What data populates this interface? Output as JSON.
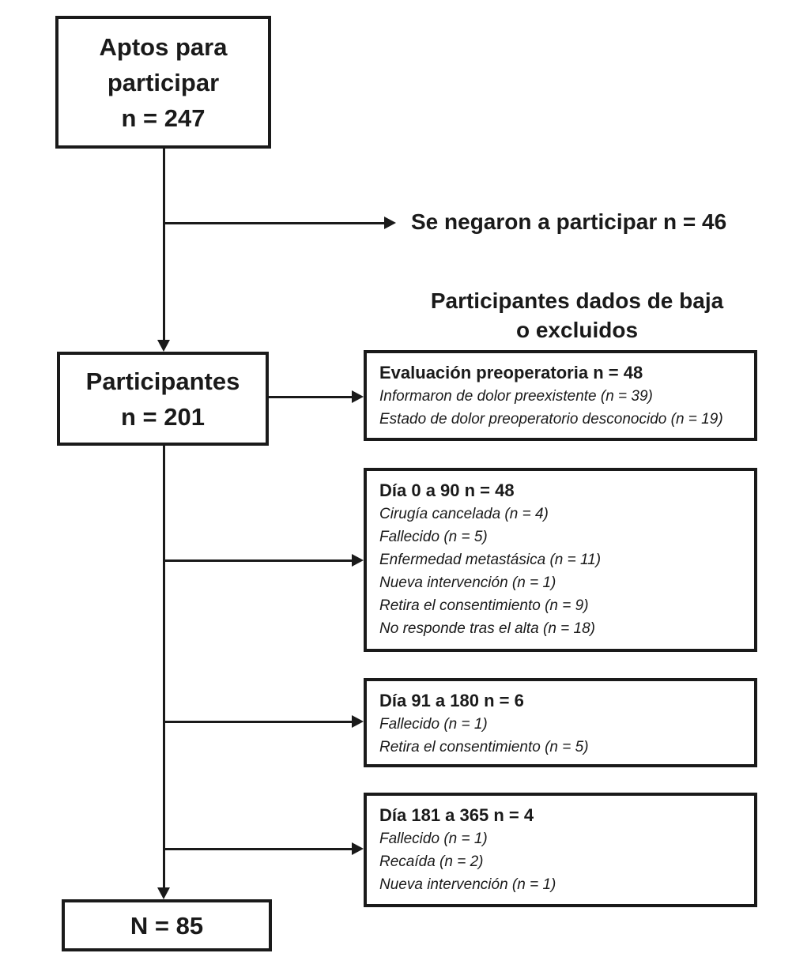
{
  "colors": {
    "line": "#1a1a1a",
    "border": "#1a1a1a",
    "text": "#1a1a1a",
    "background": "#ffffff"
  },
  "flow": {
    "eligible_box": {
      "lines": [
        "Aptos para",
        "participar",
        "n = 247"
      ]
    },
    "declined_label": "Se negaron a participar n = 46",
    "withdrawn_header": {
      "line1": "Participantes dados de baja",
      "line2": "o excluidos"
    },
    "participants_box": {
      "lines": [
        "Participantes",
        "n = 201"
      ]
    },
    "exclusion_boxes": [
      {
        "title": "Evaluación preoperatoria n = 48",
        "items": [
          "Informaron de dolor preexistente (n = 39)",
          "Estado de dolor preoperatorio desconocido (n = 19)"
        ]
      },
      {
        "title": "Día 0 a 90 n = 48",
        "items": [
          "Cirugía cancelada (n = 4)",
          "Fallecido (n = 5)",
          "Enfermedad metastásica (n = 11)",
          "Nueva intervención (n = 1)",
          "Retira el consentimiento (n = 9)",
          "No responde tras el alta (n = 18)"
        ]
      },
      {
        "title": "Día 91 a 180 n = 6",
        "items": [
          "Fallecido (n = 1)",
          "Retira el consentimiento (n = 5)"
        ]
      },
      {
        "title": "Día 181 a 365 n = 4",
        "items": [
          "Fallecido (n = 1)",
          "Recaída (n = 2)",
          "Nueva intervención (n = 1)"
        ]
      }
    ],
    "final_box": {
      "label": "N = 85"
    }
  }
}
